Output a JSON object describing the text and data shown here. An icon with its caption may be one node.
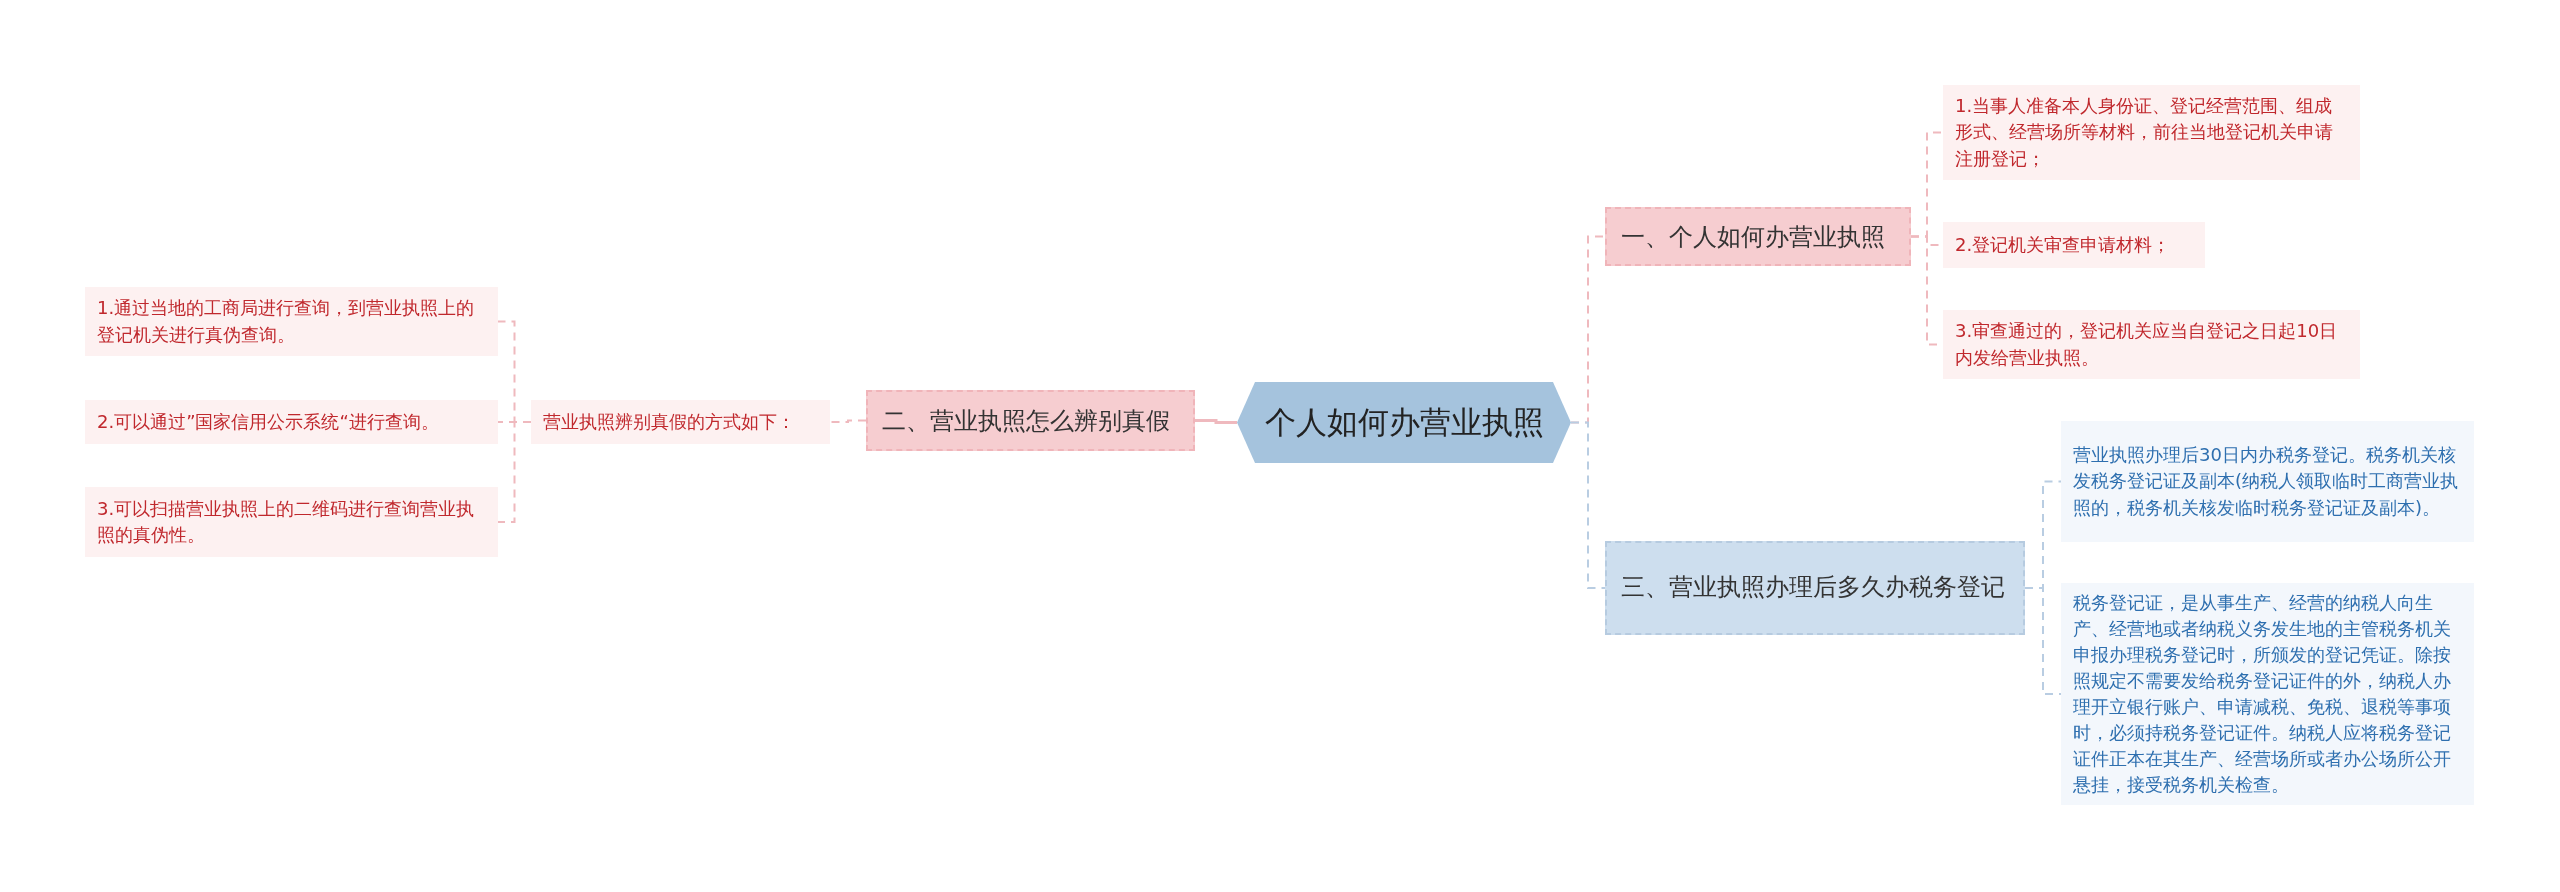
{
  "diagram": {
    "nodes": [
      {
        "text": [
          "个人如何办营业执照"
        ]
      },
      {
        "text": [
          "一、个人如何办营业执照"
        ]
      },
      {
        "text": [
          "1.当事人准备本人身份证、登记经营范围、组成形式、经营场所等材料，前往当地登记机关申请注册登记；"
        ]
      },
      {
        "text": [
          "2.登记机关审查申请材料；"
        ]
      },
      {
        "text": [
          "3.审查通过的，登记机关应当自登记之日起10日内发给营业执照。"
        ]
      },
      {
        "text": [
          "三、营业执照办理后多久办税务登记"
        ]
      },
      {
        "text": [
          "营业执照办理后30日内办税务登记。税务机关核发税务登记证及副本(纳税人领取临时工商营业执照的，税务机关核发临时税务登记证及副本)。"
        ]
      },
      {
        "text": [
          "税务登记证，是从事生产、经营的纳税人向生产、经营地或者纳税义务发生地的主管税务机关申报办理税务登记时，所颁发的登记凭证。除按照规定不需要发给税务登记证件的外，纳税人办理开立银行账户、申请减税、免税、退税等事项时，必须持税务登记证件。纳税人应将税务登记证件正本在其生产、经营场所或者办公场所公开悬挂，接受税务机关检查。"
        ]
      },
      {
        "text": [
          "二、营业执照怎么辨别真假"
        ]
      },
      {
        "text": [
          "营业执照辨别真假的方式如下："
        ]
      },
      {
        "text": [
          "1.通过当地的工商局进行查询，到营业执照上的登记机关进行真伪查询。"
        ]
      },
      {
        "text": [
          "2.可以通过”国家信用公示系统“进行查询。"
        ]
      },
      {
        "text": [
          "3.可以扫描营业执照上的二维码进行查询营业执照的真伪性。"
        ]
      }
    ],
    "edges": [
      {
        "from": 0,
        "to": 1,
        "arrow": "none",
        "style": "dashed"
      },
      {
        "from": 1,
        "to": 2,
        "arrow": "none",
        "style": "dashed"
      },
      {
        "from": 1,
        "to": 3,
        "arrow": "none",
        "style": "dashed"
      },
      {
        "from": 1,
        "to": 4,
        "arrow": "none",
        "style": "dashed"
      },
      {
        "from": 0,
        "to": 5,
        "arrow": "none",
        "style": "dashed",
        "color": "#b9cde2"
      },
      {
        "from": 5,
        "to": 6,
        "arrow": "none",
        "style": "dashed",
        "color": "#b9cde2"
      },
      {
        "from": 5,
        "to": 7,
        "arrow": "none",
        "style": "dashed",
        "color": "#b9cde2"
      },
      {
        "from": 0,
        "to": 8,
        "arrow": "none"
      },
      {
        "from": 8,
        "to": 9,
        "arrow": "none",
        "style": "dashed"
      },
      {
        "from": 9,
        "to": 10,
        "arrow": "none",
        "style": "dashed"
      },
      {
        "from": 9,
        "to": 11,
        "arrow": "none",
        "style": "dashed"
      },
      {
        "from": 9,
        "to": 12,
        "arrow": "none",
        "style": "dashed"
      }
    ]
  }
}
